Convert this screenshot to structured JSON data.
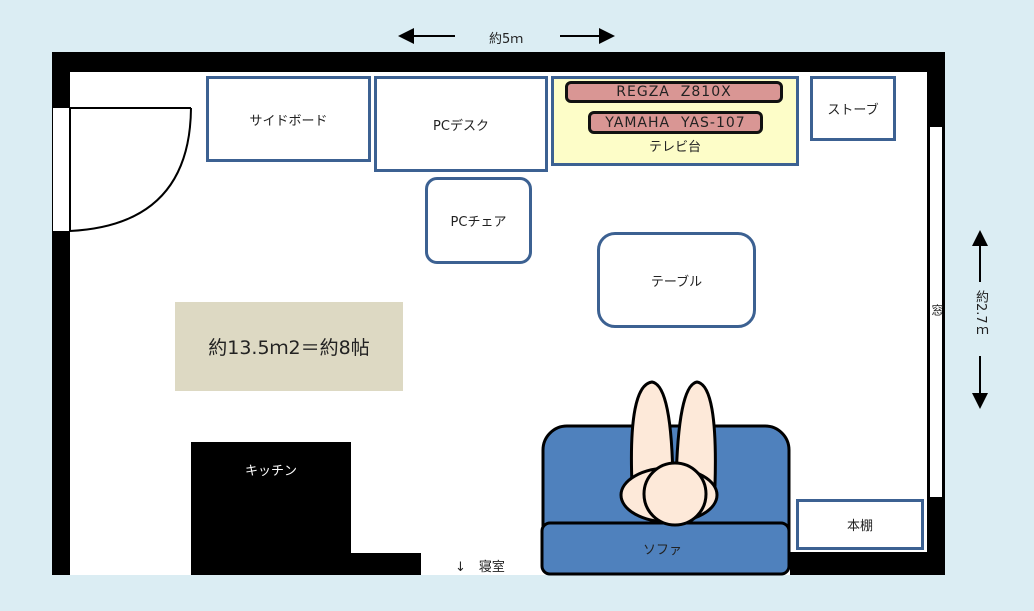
{
  "dimensions": {
    "width_label": "約5ｍ",
    "depth_label": "約2.7ｍ"
  },
  "area_label": "約13.5ｍ2＝約8帖",
  "furniture": {
    "sideboard": "サイドボード",
    "pc_desk": "PCデスク",
    "tv_stand": "テレビ台",
    "tv": "REGZA  Z810X",
    "soundbar": "YAMAHA  YAS-107",
    "stove": "ストーブ",
    "pc_chair": "PCチェア",
    "table": "テーブル",
    "sofa": "ソファ",
    "bookshelf": "本棚",
    "kitchen": "キッチン"
  },
  "window_label": "窓",
  "bedroom_label": "↓　寝室",
  "colors": {
    "background": "#dbedf3",
    "furniture_border": "#3c6192",
    "tv_stand": "#fdfdc8",
    "tv_bar": "#d99694",
    "area_box": "#ddd9c3",
    "sofa": "#4f81bd",
    "person": "#fde9d9"
  }
}
